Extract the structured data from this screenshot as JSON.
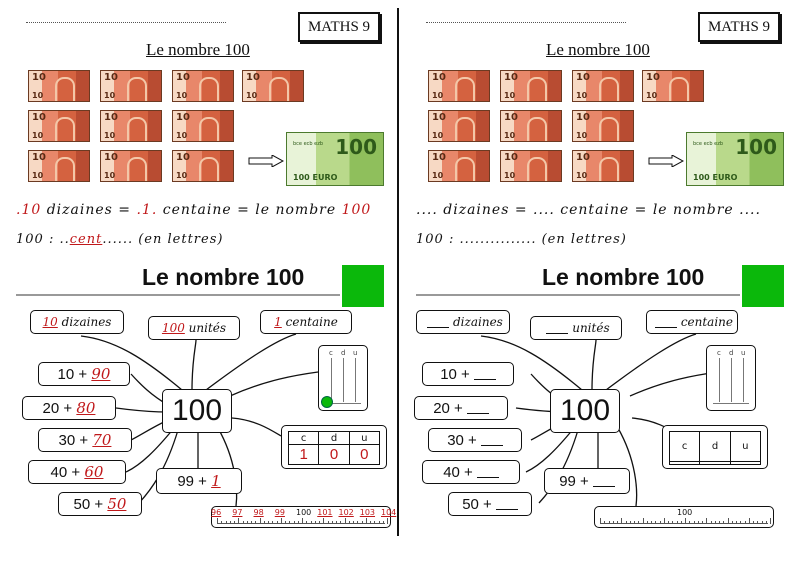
{
  "header": {
    "maths_label": "MATHS 9",
    "title": "Le nombre 100"
  },
  "left": {
    "line1": {
      "a": ".10",
      "b": " dizaines = ",
      "c": ".1.",
      "d": " centaine = le nombre ",
      "e": "100"
    },
    "line2": {
      "pre": "100 : ..",
      "ans": "cent",
      "post": "...... (en lettres)"
    },
    "banner_title": "Le nombre 100",
    "center": "100",
    "box_dizaines": {
      "ans": "10",
      "label": "dizaines"
    },
    "box_unites": {
      "ans": "100",
      "label": "unités"
    },
    "box_centaine": {
      "ans": "1",
      "label": "centaine"
    },
    "sums": [
      {
        "expr": "10 +",
        "ans": "90"
      },
      {
        "expr": "20 +",
        "ans": "80"
      },
      {
        "expr": "30 +",
        "ans": "70"
      },
      {
        "expr": "40 +",
        "ans": "60"
      },
      {
        "expr": "50 +",
        "ans": "50"
      }
    ],
    "sum99": {
      "expr": "99 +",
      "ans": "1"
    },
    "abacus": [
      "c",
      "d",
      "u"
    ],
    "cdu": {
      "headers": [
        "c",
        "d",
        "u"
      ],
      "values": [
        "1",
        "0",
        "0"
      ]
    },
    "ruler": [
      "96",
      "97",
      "98",
      "99",
      "100",
      "101",
      "102",
      "103",
      "104"
    ]
  },
  "right": {
    "line1": {
      "a": "....",
      "b": " dizaines = ",
      "c": "....",
      "d": " centaine = le nombre ",
      "e": "...."
    },
    "line2": {
      "pre": "100 : ",
      "ans": "",
      "post": "............... (en lettres)"
    },
    "banner_title": "Le nombre 100",
    "center": "100",
    "box_dizaines": {
      "ans": "",
      "label": "dizaines"
    },
    "box_unites": {
      "ans": "",
      "label": "unités"
    },
    "box_centaine": {
      "ans": "",
      "label": "centaine"
    },
    "sums": [
      {
        "expr": "10 +",
        "ans": ""
      },
      {
        "expr": "20 +",
        "ans": ""
      },
      {
        "expr": "30 +",
        "ans": ""
      },
      {
        "expr": "40 +",
        "ans": ""
      },
      {
        "expr": "50 +",
        "ans": ""
      }
    ],
    "sum99": {
      "expr": "99 +",
      "ans": ""
    },
    "abacus": [
      "c",
      "d",
      "u"
    ],
    "cdu": {
      "headers": [
        "c",
        "d",
        "u"
      ],
      "values": [
        "",
        "",
        ""
      ]
    },
    "ruler": [
      "100"
    ]
  },
  "bills": {
    "ten_label": "10",
    "hundred_label": "100",
    "hundred_small": "100 EURO",
    "hundred_tiny": "bce ecb ezb"
  },
  "colors": {
    "answer_red": "#c0181a",
    "green_square": "#0bb80b"
  }
}
